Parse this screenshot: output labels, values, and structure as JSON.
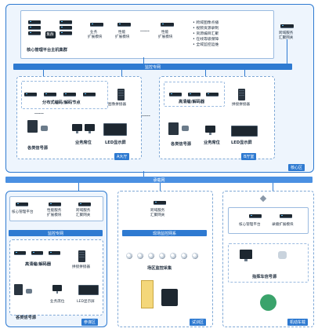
{
  "core": {
    "zone_label": "核心区",
    "main_hub_label": "集群",
    "main_caption": "核心管理平台主机集群",
    "module1": {
      "title": "业务\n扩展模块",
      "l1": "业务",
      "l2": "扩展模块"
    },
    "module2": {
      "title": "性能\n扩展模块",
      "l1": "性能",
      "l2": "扩展模块"
    },
    "module3": {
      "title": "性能\n扩展模块",
      "l1": "性能",
      "l2": "扩展模块"
    },
    "features": [
      "跨域图像点播",
      "视频资源录制",
      "资源编目汇聚",
      "在线等级保障",
      "全域监控运维"
    ],
    "gateway": {
      "l1": "跨域服务",
      "l2": "汇聚网关"
    },
    "dots": "......",
    "network_bar": "监控专网"
  },
  "hallA": {
    "zone_label": "A大厅",
    "codec_label": "分布式编码/解码节点",
    "image_switch": "图像拼接器",
    "signal_source": "各类信号源",
    "workstation": "业务席位",
    "led": "LED显示屏",
    "dots": "......"
  },
  "hallB": {
    "zone_label": "B厅室",
    "codec_label": "高清编/解码器",
    "switch": "拼接拼接器",
    "signal_source": "各类信号源",
    "workstation": "业务席位",
    "led": "LED显示屏"
  },
  "bottom": {
    "uplink_bar": "承载网",
    "command": {
      "zone_label": "参谋区",
      "mgmt": "核心管理平台",
      "perf": {
        "l1": "性能服务",
        "l2": "扩展模块"
      },
      "gw": {
        "l1": "跨域服务",
        "l2": "汇聚网关"
      },
      "net_bar": "监控专网",
      "codec": "高清编/解码器",
      "switcher": "拼接拼接器",
      "signal_source": "各类信号源",
      "workstation": "业务席位",
      "led": "LED显示屏"
    },
    "site": {
      "zone_label": "试训区",
      "gw": {
        "l1": "跨域服务",
        "l2": "汇聚网关"
      },
      "net_bar": "现场监控网系",
      "cams_label": "场区监控采集"
    },
    "vehicle": {
      "zone_label": "机动车载",
      "mgmt": "核心管理平台",
      "gw": "录播扩展模块",
      "sources": "指挥车信号源"
    }
  }
}
